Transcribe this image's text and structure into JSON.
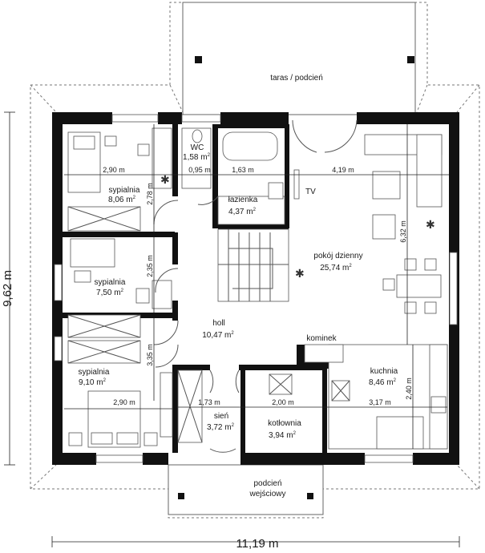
{
  "overall": {
    "width_label": "11,19 m",
    "height_label": "9,62 m"
  },
  "outdoor": {
    "terrace": "taras / podcień",
    "entrance_porch_line1": "podcień",
    "entrance_porch_line2": "wejściowy"
  },
  "rooms": {
    "bedroom1": {
      "name": "sypialnia",
      "area": "8,06 m",
      "sup": "2"
    },
    "bedroom2": {
      "name": "sypialnia",
      "area": "7,50 m",
      "sup": "2"
    },
    "bedroom3": {
      "name": "sypialnia",
      "area": "9,10 m",
      "sup": "2"
    },
    "wc": {
      "name": "WC",
      "area": "1,58 m",
      "sup": "2"
    },
    "bathroom": {
      "name": "łazienka",
      "area": "4,37 m",
      "sup": "2"
    },
    "hall": {
      "name": "holl",
      "area": "10,47 m",
      "sup": "2"
    },
    "living": {
      "name": "pokój dzienny",
      "area": "25,74 m",
      "sup": "2"
    },
    "kitchen": {
      "name": "kuchnia",
      "area": "8,46 m",
      "sup": "2"
    },
    "vestibule": {
      "name": "sień",
      "area": "3,72 m",
      "sup": "2"
    },
    "boiler": {
      "name": "kotłownia",
      "area": "3,94 m",
      "sup": "2"
    }
  },
  "labels": {
    "tv": "TV",
    "fireplace": "kominek"
  },
  "dimensions": {
    "d_2_90_top": "2,90 m",
    "d_0_95": "0,95 m",
    "d_1_63": "1,63 m",
    "d_4_19": "4,19 m",
    "d_2_78": "2,78 m",
    "d_2_35": "2,35 m",
    "d_3_35": "3,35 m",
    "d_6_32": "6,32 m",
    "d_2_90_bottom": "2,90 m",
    "d_1_73": "1,73 m",
    "d_2_00": "2,00 m",
    "d_3_17": "3,17 m",
    "d_2_40": "2,40 m"
  }
}
